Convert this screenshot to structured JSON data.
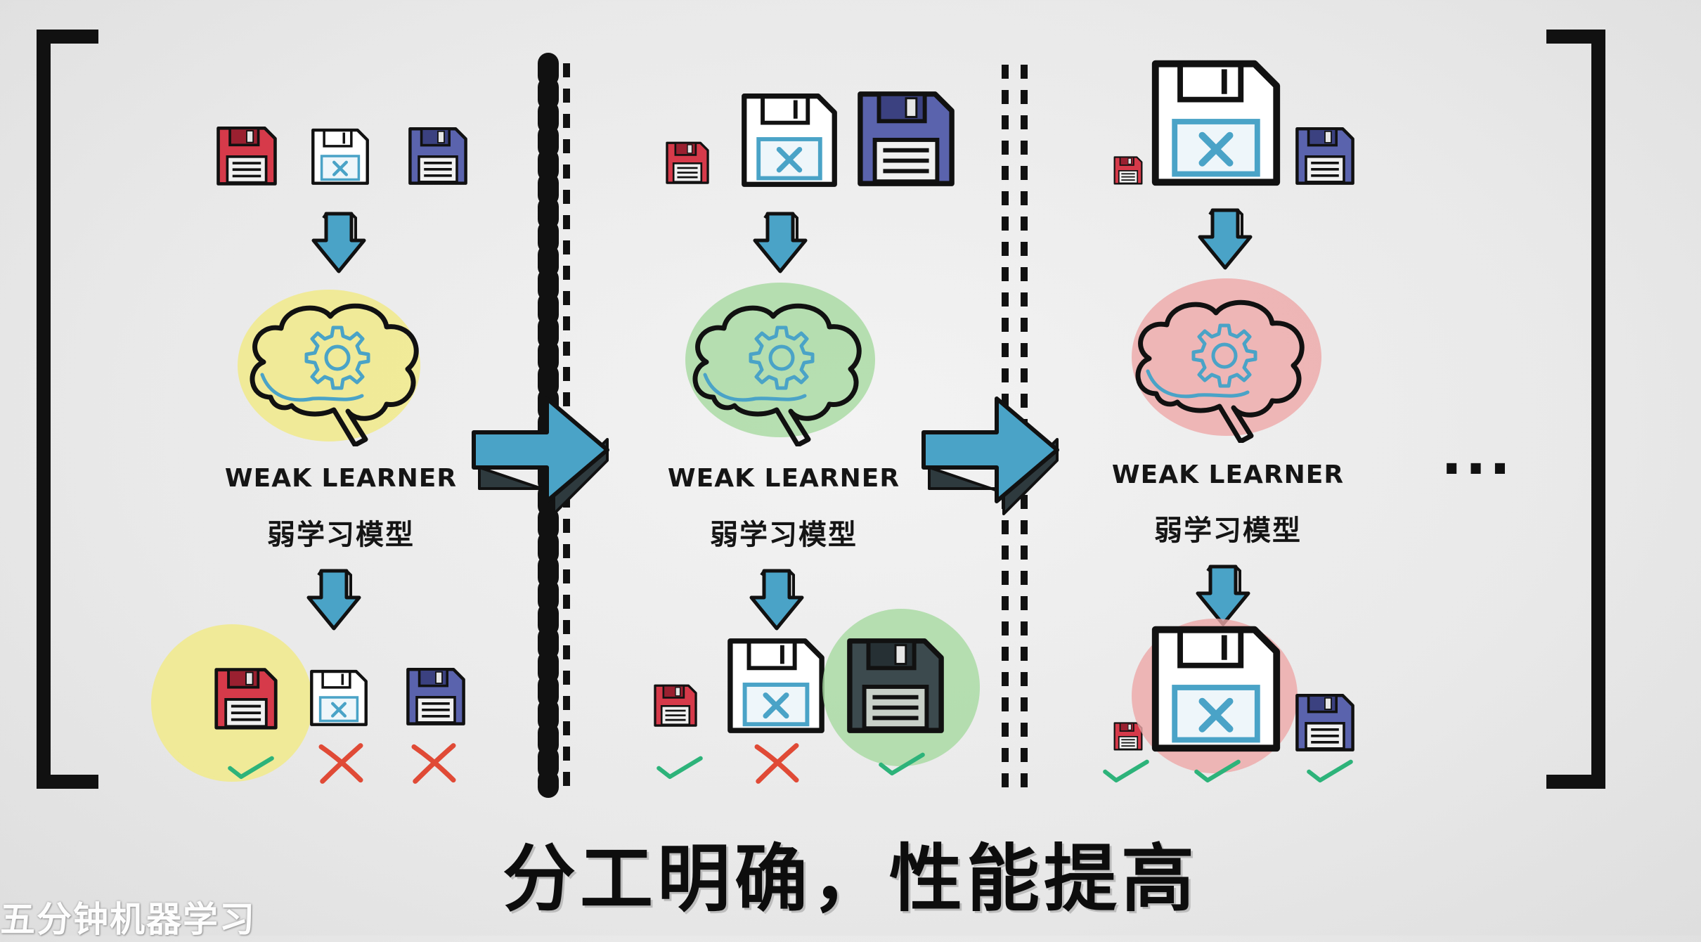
{
  "weak_learner_en": "WEAK LEARNER",
  "weak_learner_zh": "弱学习模型",
  "ellipsis": "...",
  "caption": "分工明确，性能提高",
  "watermark": "五分钟机器学习",
  "colors": {
    "ink": "#111111",
    "arrow_blue": "#4aa3c7",
    "check_green": "#2db37a",
    "cross_red": "#e04a36",
    "disk_red": "#d63a4a",
    "disk_blue": "#5a63ad",
    "disk_dark": "#3c4a4e",
    "highlight_yellow": "#f1ea8a",
    "highlight_green": "#a6d9a0",
    "highlight_pink": "#eea8a8"
  },
  "panels": [
    {
      "brain_color": "yellow",
      "inputs": [
        "red-disk",
        "white-disk",
        "blue-disk"
      ],
      "outputs": [
        "red-disk",
        "white-disk",
        "blue-disk"
      ],
      "results": [
        "correct",
        "wrong",
        "wrong"
      ]
    },
    {
      "brain_color": "green",
      "inputs": [
        "red-disk",
        "white-disk",
        "blue-disk"
      ],
      "outputs": [
        "red-disk",
        "white-disk",
        "dark-disk"
      ],
      "results": [
        "correct",
        "wrong",
        "correct"
      ]
    },
    {
      "brain_color": "pink",
      "inputs": [
        "red-disk",
        "white-disk",
        "blue-disk"
      ],
      "outputs": [
        "red-disk",
        "white-disk",
        "blue-disk"
      ],
      "results": [
        "correct",
        "correct",
        "correct"
      ]
    }
  ]
}
